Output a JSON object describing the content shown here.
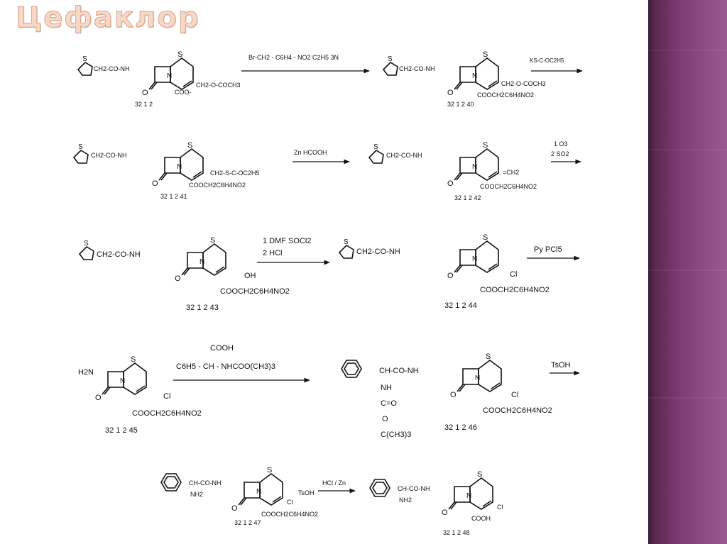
{
  "slide": {
    "title": "Цефаклор",
    "accent_color": "#7d3c73"
  },
  "scheme": {
    "rows": [
      {
        "row": 1,
        "compounds": [
          {
            "id": "32 1 2",
            "formula_parts": [
              "CH2-CO-NH",
              "COO-",
              "CH2-O-COCH3"
            ]
          },
          {
            "id": "32 1 2 40",
            "formula_parts": [
              "CH2-CO-NH",
              "COOCH2C6H4NO2",
              "CH2-O-COCH3"
            ]
          }
        ],
        "reagents": [
          {
            "text": "Br-CH2 - C6H4 - NO2    C2H5 3N"
          },
          {
            "text": "KS-C-OC2H5"
          }
        ]
      },
      {
        "row": 2,
        "compounds": [
          {
            "id": "32 1 2 41",
            "formula_parts": [
              "CH2-CO-NH",
              "COOCH2C6H4NO2",
              "CH2-S-C-OC2H5"
            ]
          },
          {
            "id": "32 1 2 42",
            "formula_parts": [
              "CH2-CO-NH",
              "COOCH2C6H4NO2",
              "=CH2"
            ]
          }
        ],
        "reagents": [
          {
            "text": "Zn  HCOOH"
          },
          {
            "text": "1 O3"
          },
          {
            "text": "2 SO2"
          }
        ]
      },
      {
        "row": 3,
        "compounds": [
          {
            "id": "32 1 2 43",
            "formula_parts": [
              "CH2-CO-NH",
              "COOCH2C6H4NO2",
              "OH"
            ]
          },
          {
            "id": "32 1 2 44",
            "formula_parts": [
              "CH2-CO-NH",
              "COOCH2C6H4NO2",
              "Cl"
            ]
          }
        ],
        "reagents": [
          {
            "text": "1  DMF  SOCl2"
          },
          {
            "text": "2  HCl"
          },
          {
            "text": "Py  PCl5"
          }
        ]
      },
      {
        "row": 4,
        "compounds": [
          {
            "id": "32 1 2 45",
            "formula_parts": [
              "H2N",
              "COOCH2C6H4NO2",
              "Cl"
            ]
          },
          {
            "id": "32 1 2 46",
            "formula_parts": [
              "CH-CO-NH",
              "NH",
              "C=O",
              "O",
              "C(CH3)3",
              "COOCH2C6H4NO2",
              "Cl"
            ]
          }
        ],
        "reagents": [
          {
            "text": "COOH"
          },
          {
            "text": "C6H5 - CH - NHCOO(CH3)3"
          },
          {
            "text": "TsOH"
          }
        ]
      },
      {
        "row": 5,
        "compounds": [
          {
            "id": "32 1 2 47",
            "formula_parts": [
              "CH-CO-NH",
              "NH2",
              "COOCH2C6H4NO2",
              "Cl",
              "TsOH"
            ]
          },
          {
            "id": "32 1 2 48",
            "formula_parts": [
              "CH-CO-NH",
              "NH2",
              "COOH",
              "Cl"
            ]
          }
        ],
        "reagents": [
          {
            "text": "HCl / Zn"
          }
        ]
      }
    ]
  }
}
